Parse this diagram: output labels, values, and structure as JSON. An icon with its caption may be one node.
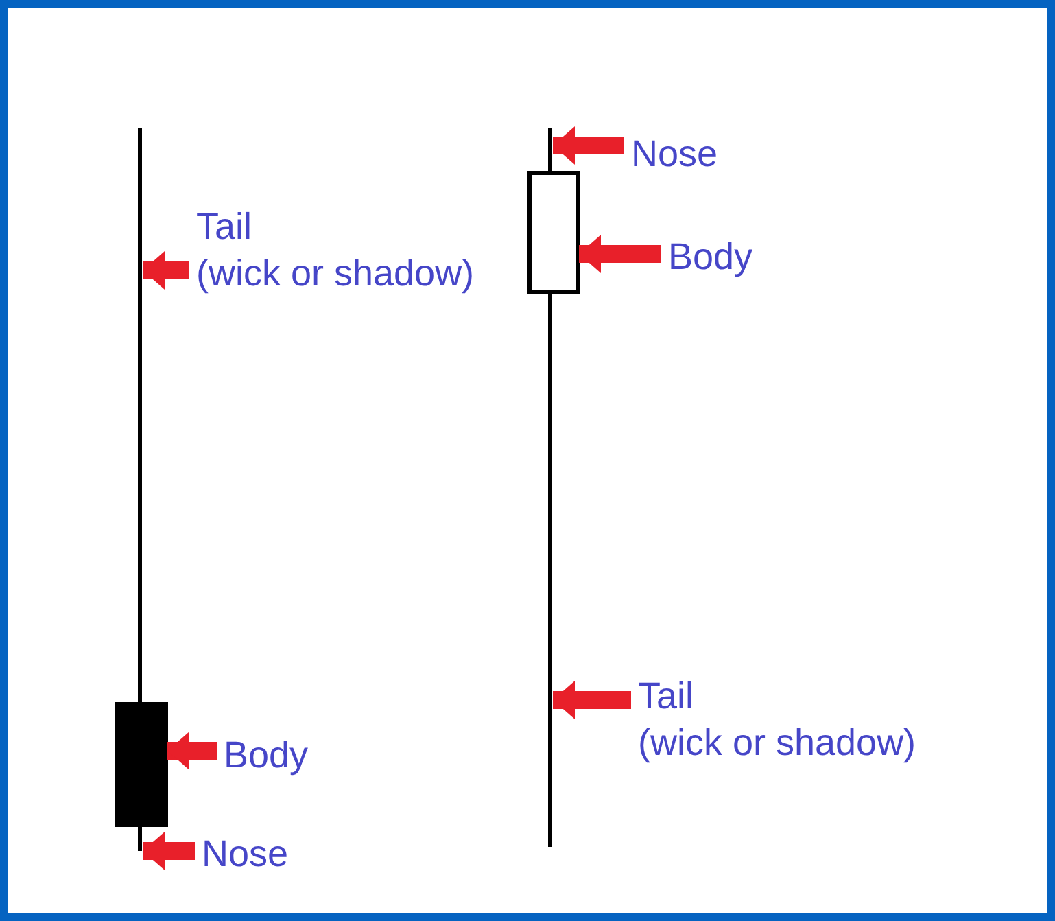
{
  "diagram": {
    "nodes": [
      {
        "text": [
          "Tail",
          "(wick or shadow)"
        ]
      },
      {
        "text": [],
        "shape": "bar"
      },
      {
        "text": [
          "Body"
        ]
      },
      {
        "text": [],
        "shape": "box"
      },
      {
        "text": [
          "Nose"
        ]
      },
      {
        "text": [],
        "shape": "bar"
      },
      {
        "text": [
          "Nose"
        ]
      },
      {
        "text": [],
        "shape": "bar"
      },
      {
        "text": [
          "Body"
        ]
      },
      {
        "text": [],
        "shape": "box"
      },
      {
        "text": [
          "Tail",
          "(wick or shadow)"
        ]
      },
      {
        "text": [],
        "shape": "bar"
      }
    ],
    "edges": [
      {
        "from": 0,
        "to": 1,
        "arrow": "to"
      },
      {
        "from": 2,
        "to": 3,
        "arrow": "to"
      },
      {
        "from": 4,
        "to": 5,
        "arrow": "to"
      },
      {
        "from": 6,
        "to": 7,
        "arrow": "to"
      },
      {
        "from": 8,
        "to": 9,
        "arrow": "to"
      },
      {
        "from": 10,
        "to": 11,
        "arrow": "to"
      }
    ]
  }
}
